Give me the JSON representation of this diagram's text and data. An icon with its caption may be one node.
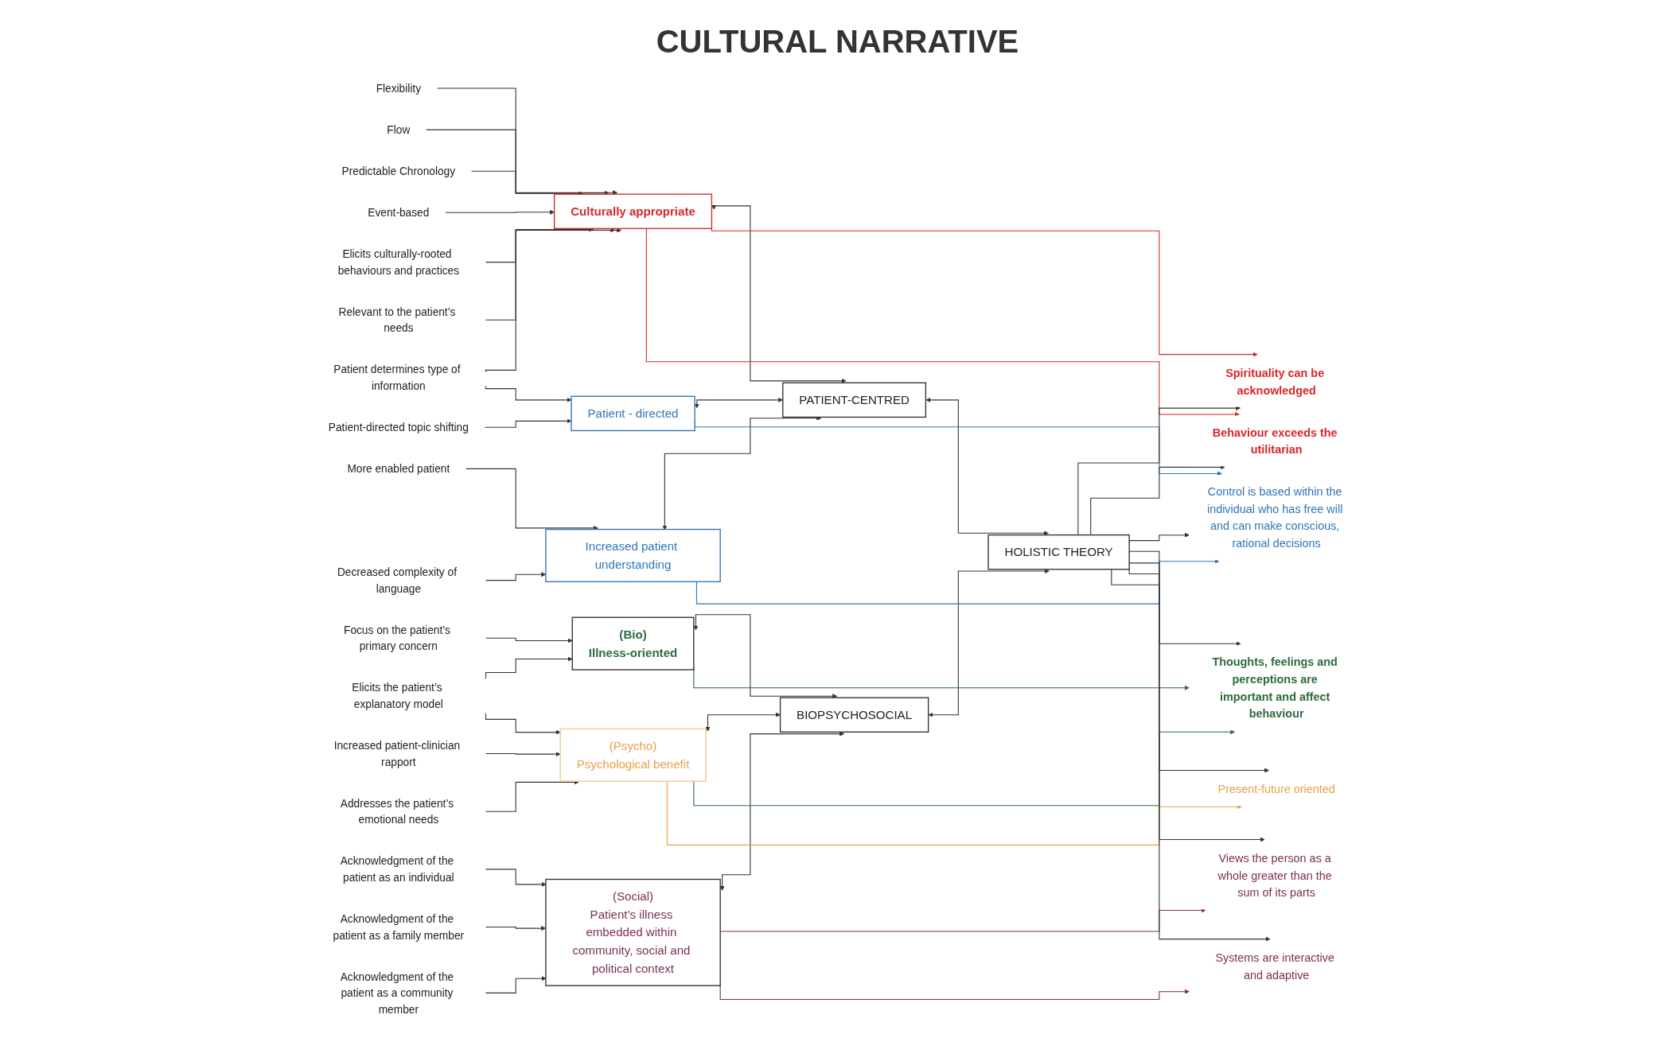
{
  "diagram": {
    "title": "CULTURAL NARRATIVE",
    "nodes": [
      {
        "text": [
          "Flexibility"
        ]
      },
      {
        "text": [
          "Flow"
        ]
      },
      {
        "text": [
          "Predictable Chronology"
        ]
      },
      {
        "text": [
          "Event-based"
        ]
      },
      {
        "text": [
          "Elicits culturally-rooted behaviours and practices"
        ]
      },
      {
        "text": [
          "Relevant to the patient’s needs"
        ]
      },
      {
        "text": [
          "Patient determines type of information"
        ]
      },
      {
        "text": [
          "Patient-directed topic shifting"
        ]
      },
      {
        "text": [
          "Decreased complexity of language"
        ]
      },
      {
        "text": [
          "More enabled patient"
        ]
      },
      {
        "text": [
          "Focus on the patient’s primary concern"
        ]
      },
      {
        "text": [
          "Elicits the patient’s explanatory model"
        ]
      },
      {
        "text": [
          "Increased patient-clinician rapport"
        ]
      },
      {
        "text": [
          "Addresses the patient’s emotional needs"
        ]
      },
      {
        "text": [
          "Acknowledgment of the patient as an individual"
        ]
      },
      {
        "text": [
          "Acknowledgment of the patient as a family member"
        ]
      },
      {
        "text": [
          "Acknowledgment of the patient as a community member"
        ]
      },
      {
        "text": [
          "Culturally appropriate"
        ]
      },
      {
        "text": [
          "Patient - directed"
        ]
      },
      {
        "text": [
          "Increased patient understanding"
        ]
      },
      {
        "text": [
          "PATIENT-CENTRED"
        ]
      },
      {
        "text": [
          "BIOPSYCHOSOCIAL"
        ]
      },
      {
        "text": [
          "HOLISTIC THEORY"
        ]
      },
      {
        "text": [
          "(Bio)",
          "Illness-oriented"
        ]
      },
      {
        "text": [
          "(Psycho)",
          "Psychological benefit"
        ]
      },
      {
        "text": [
          "(Social)",
          "Patient’s illness embedded within community, social and political context"
        ]
      },
      {
        "text": [
          "Spirituality can be acknowledged"
        ]
      },
      {
        "text": [
          "Behaviour exceeds the utilitarian"
        ]
      },
      {
        "text": [
          "Control is based within the individual who has free will and can make conscious, rational decisions"
        ]
      },
      {
        "text": [
          "Thoughts, feelings and perceptions are important and affect behaviour"
        ]
      },
      {
        "text": [
          "Present-future oriented"
        ]
      },
      {
        "text": [
          "Views the person as a whole greater than the sum of its parts"
        ]
      },
      {
        "text": [
          "Systems are interactive and adaptive"
        ]
      }
    ],
    "edges": [
      {
        "from": 0,
        "to": 17,
        "arrow": "to"
      },
      {
        "from": 1,
        "to": 17,
        "arrow": "to"
      },
      {
        "from": 2,
        "to": 17,
        "arrow": "to"
      },
      {
        "from": 3,
        "to": 17,
        "arrow": "to"
      },
      {
        "from": 4,
        "to": 17,
        "arrow": "to"
      },
      {
        "from": 5,
        "to": 17,
        "arrow": "to"
      },
      {
        "from": 6,
        "to": 17,
        "arrow": "to"
      },
      {
        "from": 6,
        "to": 18,
        "arrow": "to"
      },
      {
        "from": 7,
        "to": 18,
        "arrow": "to"
      },
      {
        "from": 9,
        "to": 19,
        "arrow": "to"
      },
      {
        "from": 8,
        "to": 19,
        "arrow": "to"
      },
      {
        "from": 10,
        "to": 23,
        "arrow": "to"
      },
      {
        "from": 11,
        "to": 23,
        "arrow": "to"
      },
      {
        "from": 11,
        "to": 24,
        "arrow": "to"
      },
      {
        "from": 12,
        "to": 24,
        "arrow": "to"
      },
      {
        "from": 13,
        "to": 24,
        "arrow": "to"
      },
      {
        "from": 14,
        "to": 25,
        "arrow": "to"
      },
      {
        "from": 15,
        "to": 25,
        "arrow": "to"
      },
      {
        "from": 16,
        "to": 25,
        "arrow": "to"
      },
      {
        "from": 17,
        "to": 20,
        "arrow": "both"
      },
      {
        "from": 18,
        "to": 20,
        "arrow": "both"
      },
      {
        "from": 19,
        "to": 20,
        "arrow": "both"
      },
      {
        "from": 23,
        "to": 21,
        "arrow": "both"
      },
      {
        "from": 24,
        "to": 21,
        "arrow": "both"
      },
      {
        "from": 25,
        "to": 21,
        "arrow": "both"
      },
      {
        "from": 20,
        "to": 22,
        "arrow": "both"
      },
      {
        "from": 21,
        "to": 22,
        "arrow": "both"
      },
      {
        "from": 17,
        "to": 26,
        "arrow": "to",
        "color": "#d9262b"
      },
      {
        "from": 17,
        "to": 27,
        "arrow": "to",
        "color": "#d9262b"
      },
      {
        "from": 18,
        "to": 28,
        "arrow": "to",
        "color": "#2e75b6"
      },
      {
        "from": 19,
        "to": 28,
        "arrow": "to",
        "color": "#2e75b6"
      },
      {
        "from": 23,
        "to": 29,
        "arrow": "to",
        "color": "#2d6a3e"
      },
      {
        "from": 24,
        "to": 29,
        "arrow": "to",
        "color": "#2d6a3e"
      },
      {
        "from": 24,
        "to": 30,
        "arrow": "to",
        "color": "#e8a04a"
      },
      {
        "from": 25,
        "to": 31,
        "arrow": "to",
        "color": "#7b2d57"
      },
      {
        "from": 25,
        "to": 32,
        "arrow": "to",
        "color": "#7b2d57"
      },
      {
        "from": 22,
        "to": 26,
        "arrow": "to"
      },
      {
        "from": 22,
        "to": 27,
        "arrow": "to"
      },
      {
        "from": 22,
        "to": 28,
        "arrow": "to"
      },
      {
        "from": 22,
        "to": 29,
        "arrow": "to"
      },
      {
        "from": 22,
        "to": 30,
        "arrow": "to"
      },
      {
        "from": 22,
        "to": 31,
        "arrow": "to"
      },
      {
        "from": 22,
        "to": 32,
        "arrow": "to"
      }
    ]
  }
}
